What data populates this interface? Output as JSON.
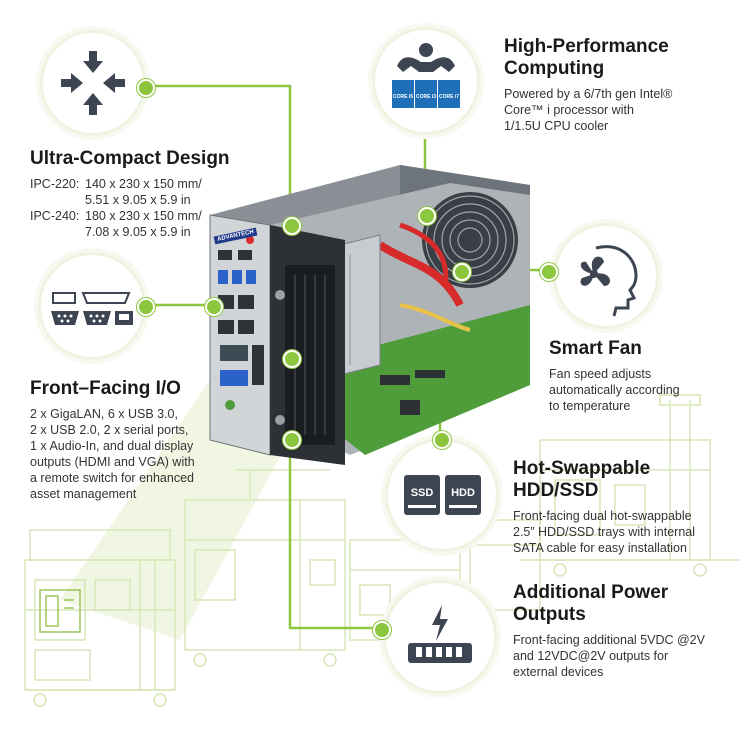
{
  "features": {
    "ultra_compact": {
      "title": "Ultra-Compact Design",
      "specs": [
        {
          "model": "IPC-220:",
          "line1": "140 x 230 x 150 mm/",
          "line2": "5.51 x 9.05 x 5.9 in"
        },
        {
          "model": "IPC-240:",
          "line1": "180 x 230 x 150 mm/",
          "line2": "7.08 x 9.05 x 5.9 in"
        }
      ],
      "icon": "compress-arrows-icon"
    },
    "high_performance": {
      "title_line1": "High-Performance",
      "title_line2": "Computing",
      "desc_line1": "Powered by a 6/7th gen Intel®",
      "desc_line2": "Core™ i processor with",
      "desc_line3": "1/1.5U CPU cooler",
      "icon": "strongman-intel-icon",
      "chip_labels": [
        "CORE i5",
        "CORE i3",
        "CORE i7"
      ]
    },
    "front_io": {
      "title": "Front–Facing I/O",
      "desc_lines": [
        "2 x GigaLAN, 6 x USB 3.0,",
        "2 x USB 2.0, 2 x serial ports,",
        "1 x Audio-In, and dual display",
        "outputs (HDMI and VGA) with",
        "a remote switch for enhanced",
        "asset management"
      ],
      "icon": "io-ports-icon"
    },
    "smart_fan": {
      "title": "Smart Fan",
      "desc_lines": [
        "Fan speed adjusts",
        "automatically according",
        "to temperature"
      ],
      "icon": "fan-head-icon"
    },
    "hot_swap": {
      "title_line1": "Hot-Swappable",
      "title_line2": "HDD/SSD",
      "desc_lines": [
        "Front-facing dual hot-swappable",
        "2.5” HDD/SSD trays with internal",
        "SATA cable for easy installation"
      ],
      "drive_labels": [
        "SSD",
        "HDD"
      ],
      "icon": "drive-bays-icon"
    },
    "power_outputs": {
      "title_line1": "Additional Power",
      "title_line2": "Outputs",
      "desc_lines": [
        "Front-facing additional 5VDC @2V",
        "and 12VDC@2V outputs for",
        "external devices"
      ],
      "icon": "power-connector-icon"
    }
  },
  "product": {
    "brand_label": "ADVANTECH"
  },
  "colors": {
    "accent": "#8cc63f",
    "icon": "#3d4452",
    "ring": "#eef3e2"
  }
}
